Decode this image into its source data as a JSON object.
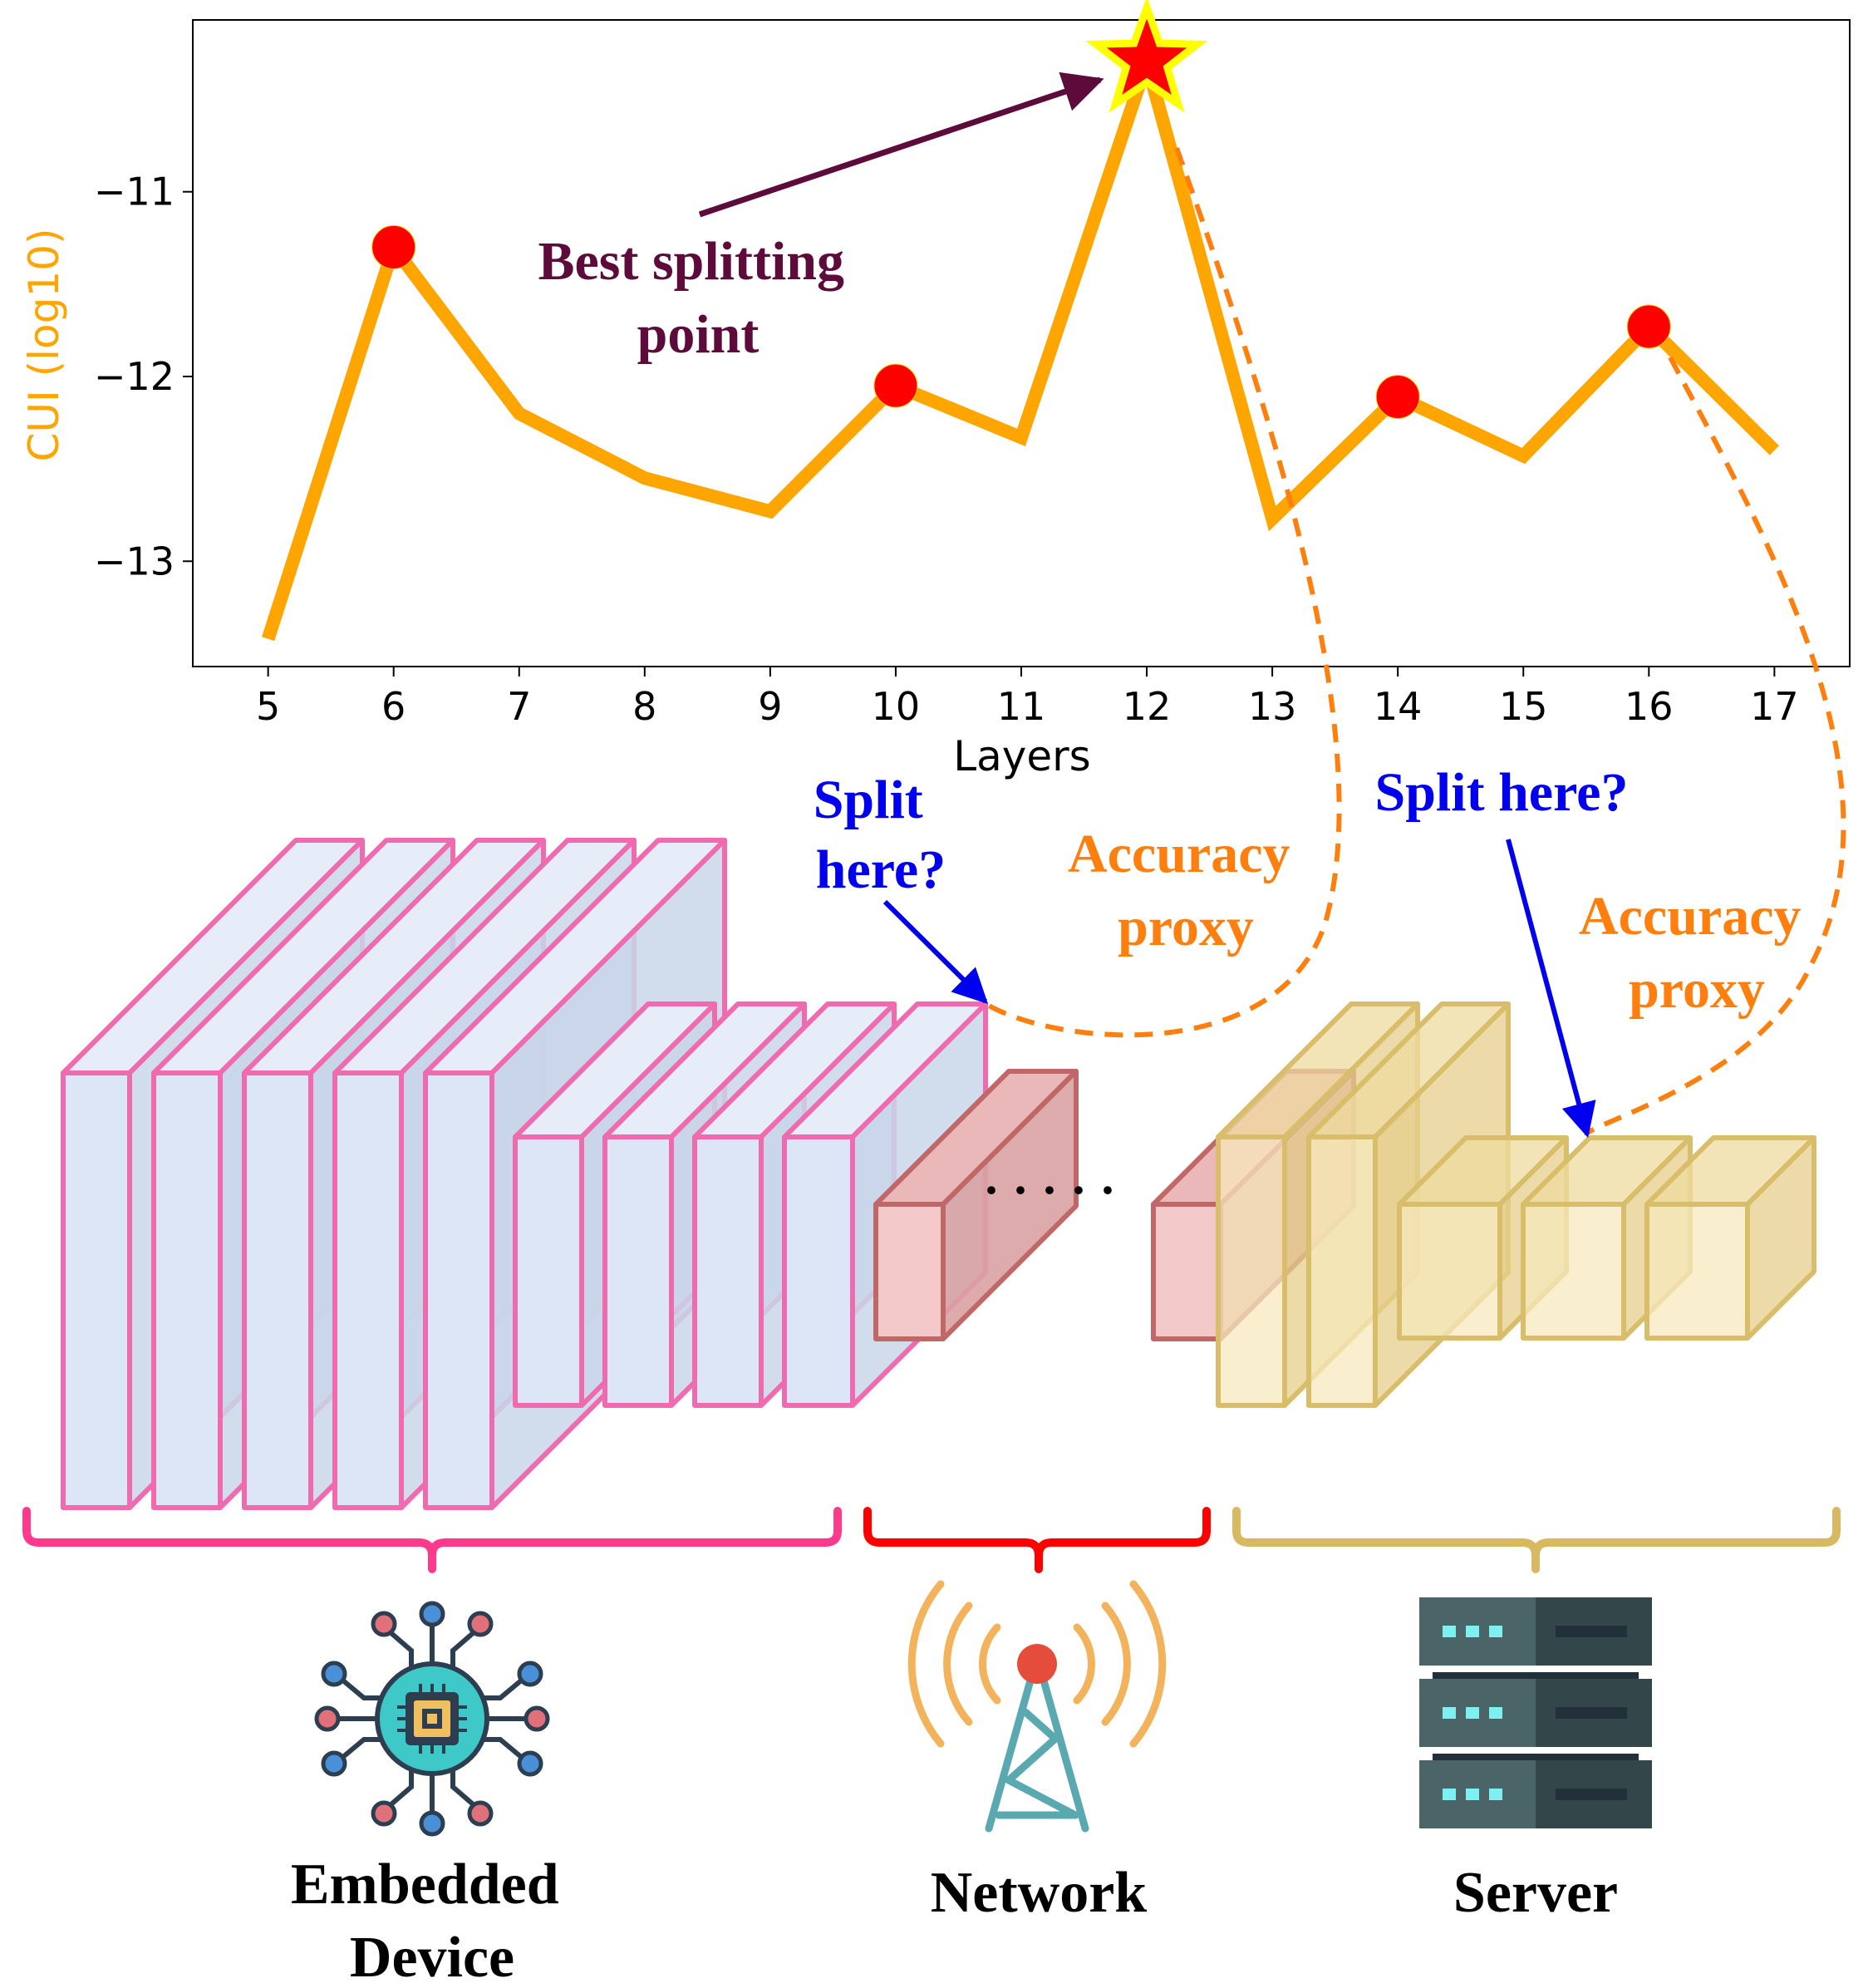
{
  "chart_data": {
    "type": "line",
    "xlabel": "Layers",
    "ylabel": "CUI (log10)",
    "x": [
      5,
      6,
      7,
      8,
      9,
      10,
      11,
      12,
      13,
      14,
      15,
      16,
      17
    ],
    "y": [
      -13.42,
      -11.3,
      -12.2,
      -12.55,
      -12.73,
      -12.05,
      -12.33,
      -10.3,
      -12.77,
      -12.11,
      -12.43,
      -11.73,
      -12.4
    ],
    "xticks": [
      "5",
      "6",
      "7",
      "8",
      "9",
      "10",
      "11",
      "12",
      "13",
      "14",
      "15",
      "16",
      "17"
    ],
    "yticks": [
      {
        "value": -11,
        "label": "−11"
      },
      {
        "value": -12,
        "label": "−12"
      },
      {
        "value": -13,
        "label": "−13"
      }
    ],
    "xlim": [
      4.4,
      17.6
    ],
    "ylim": [
      -13.57,
      -10.07
    ],
    "highlight_x": [
      6,
      10,
      14,
      16
    ],
    "best_x": 12,
    "grid": false,
    "colors": {
      "line": "#ffa500",
      "marker": "#ff0000",
      "star_fill": "#ff0000",
      "star_edge": "#ffff00",
      "ylabel": "#ffa500"
    }
  },
  "annotations": {
    "best_split": "Best splitting point",
    "best_split_color": "#5c0b3a",
    "split_left": "Split here?",
    "split_right": "Split here?",
    "split_color": "#0000ee",
    "accuracy_left": "Accuracy proxy",
    "accuracy_right": "Accuracy proxy",
    "accuracy_color": "#ff7f0e",
    "gap_dots": "· · · · ·"
  },
  "sections": {
    "embedded": {
      "label": "Embedded Device",
      "line1": "Embedded",
      "line2": "Device",
      "brace_color": "#ff3a8c",
      "icon": "chip-icon"
    },
    "network": {
      "label": "Network",
      "brace_color": "#ff0000",
      "icon": "antenna-tower-icon"
    },
    "server": {
      "label": "Server",
      "brace_color": "#d8b860",
      "icon": "server-rack-icon"
    }
  },
  "layers": {
    "device_color": "#f06ab0",
    "device_fill": "#dde6f6",
    "network_color": "#c06868",
    "network_fill": "#f3c8c8",
    "server_color": "#d8be6a",
    "server_fill": "#f7e8bc"
  }
}
